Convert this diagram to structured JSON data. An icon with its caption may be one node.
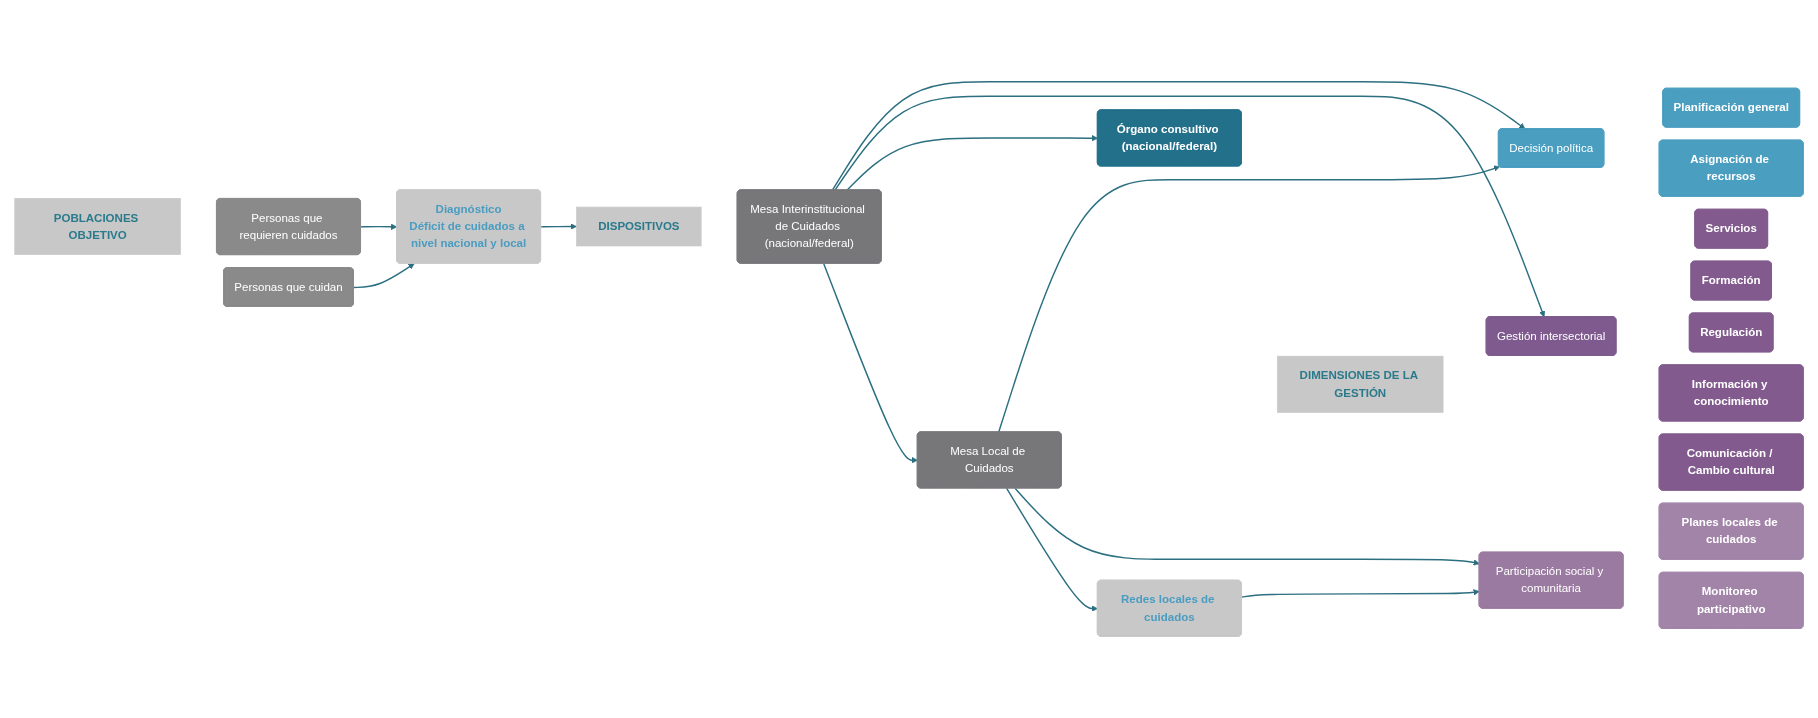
{
  "diagram": {
    "nodes": [
      {
        "text": [
          "POBLACIONES OBJETIVO"
        ]
      },
      {
        "text": [
          "Personas que requieren cuidados"
        ]
      },
      {
        "text": [
          "Personas que cuidan"
        ]
      },
      {
        "text": [
          "Diagnóstico",
          "Déficit de cuidados a nivel nacional y local"
        ]
      },
      {
        "text": [
          "DISPOSITIVOS"
        ]
      },
      {
        "text": [
          "Mesa Interinstitucional de Cuidados (nacional/federal)"
        ]
      },
      {
        "text": [
          "Órgano consultivo (nacional/federal)"
        ]
      },
      {
        "text": [
          "Mesa Local de Cuidados"
        ]
      },
      {
        "text": [
          "Redes locales de cuidados"
        ]
      },
      {
        "text": [
          "DIMENSIONES DE LA GESTIÓN"
        ]
      },
      {
        "text": [
          "Decisión política"
        ]
      },
      {
        "text": [
          "Gestión intersectorial"
        ]
      },
      {
        "text": [
          "Participación social y comunitaria"
        ]
      },
      {
        "text": [
          "Planificación general"
        ]
      },
      {
        "text": [
          "Asignación de recursos"
        ]
      },
      {
        "text": [
          "Servicios"
        ]
      },
      {
        "text": [
          "Formación"
        ]
      },
      {
        "text": [
          "Regulación"
        ]
      },
      {
        "text": [
          "Información y conocimiento"
        ]
      },
      {
        "text": [
          "Comunicación / Cambio cultural"
        ]
      },
      {
        "text": [
          "Planes locales de cuidados"
        ]
      },
      {
        "text": [
          "Monitoreo participativo"
        ]
      }
    ],
    "edges": [
      {
        "from": 1,
        "to": 3,
        "arrow": "to"
      },
      {
        "from": 2,
        "to": 3,
        "arrow": "to"
      },
      {
        "from": 3,
        "to": 4,
        "arrow": "to"
      },
      {
        "from": 5,
        "to": 10,
        "arrow": "to"
      },
      {
        "from": 5,
        "to": 11,
        "arrow": "to"
      },
      {
        "from": 5,
        "to": 6,
        "arrow": "to"
      },
      {
        "from": 5,
        "to": 7,
        "arrow": "to"
      },
      {
        "from": 7,
        "to": 10,
        "arrow": "to"
      },
      {
        "from": 7,
        "to": 12,
        "arrow": "to"
      },
      {
        "from": 7,
        "to": 8,
        "arrow": "to"
      },
      {
        "from": 8,
        "to": 12,
        "arrow": "to"
      }
    ]
  }
}
